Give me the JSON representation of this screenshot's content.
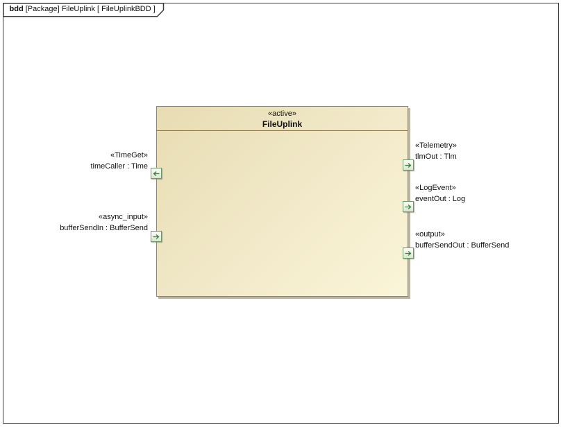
{
  "frame": {
    "keyword": "bdd",
    "title": "[Package] FileUplink [ FileUplinkBDD ]"
  },
  "block": {
    "stereotype": "«active»",
    "name": "FileUplink"
  },
  "ports": [
    {
      "name": "timeCaller",
      "stereotype": "«TimeGet»",
      "label": "timeCaller : Time",
      "side": "left",
      "arrow_direction": "left"
    },
    {
      "name": "bufferSendIn",
      "stereotype": "«async_input»",
      "label": "bufferSendIn : BufferSend",
      "side": "left",
      "arrow_direction": "right"
    },
    {
      "name": "tlmOut",
      "stereotype": "«Telemetry»",
      "label": "tlmOut : Tlm",
      "side": "right",
      "arrow_direction": "right"
    },
    {
      "name": "eventOut",
      "stereotype": "«LogEvent»",
      "label": "eventOut : Log",
      "side": "right",
      "arrow_direction": "right"
    },
    {
      "name": "bufferSendOut",
      "stereotype": "«output»",
      "label": "bufferSendOut : BufferSend",
      "side": "right",
      "arrow_direction": "right"
    }
  ],
  "colors": {
    "frame_border": "#3b3b3b",
    "block_border": "#9d8454",
    "block_fill_dark": "#e7dcb2",
    "block_fill_light": "#fbf5d9",
    "block_divider": "#8a7340",
    "block_shadow": "#b9b4a6",
    "port_border": "#6e9668",
    "port_fill_top": "#fcfdf8",
    "port_fill_bottom": "#d9e8cc",
    "port_arrow": "#3f7d46"
  }
}
